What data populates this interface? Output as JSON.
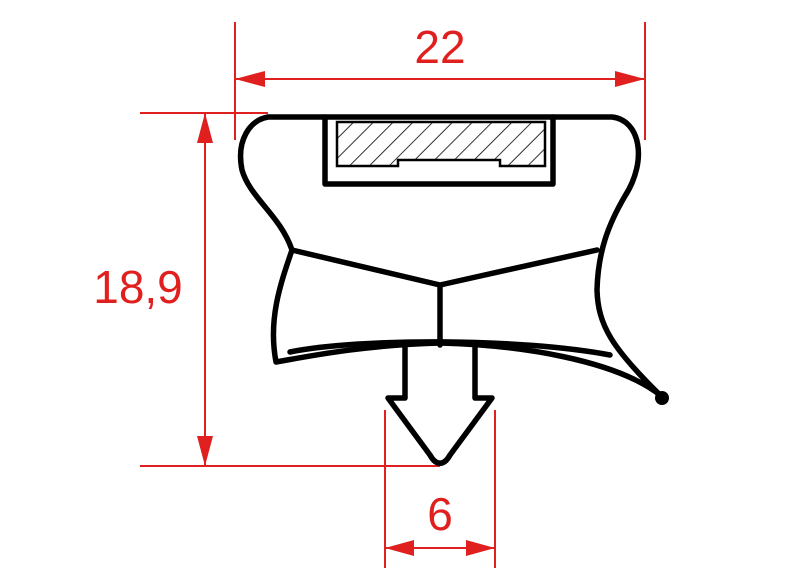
{
  "diagram": {
    "dimensions": {
      "width": "22",
      "height": "18,9",
      "base": "6"
    },
    "colors": {
      "dimension": "#e0201f",
      "profile": "#000000",
      "background": "#ffffff"
    }
  }
}
